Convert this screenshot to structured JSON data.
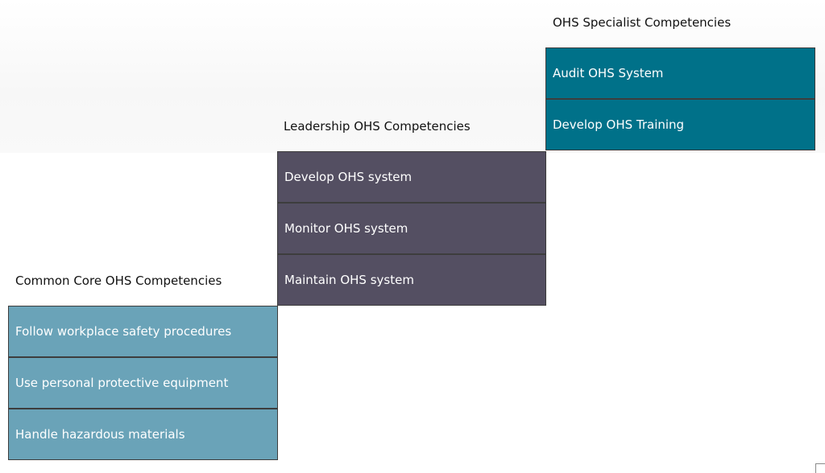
{
  "tiers": [
    {
      "title": "Common Core OHS Competencies",
      "color": "#6aa3b8",
      "items": [
        "Follow workplace safety procedures",
        "Use personal protective equipment",
        "Handle hazardous materials"
      ]
    },
    {
      "title": "Leadership OHS Competencies",
      "color": "#544f62",
      "items": [
        "Develop OHS system",
        "Monitor OHS system",
        "Maintain OHS system"
      ]
    },
    {
      "title": "OHS Specialist Competencies",
      "color": "#007189",
      "items": [
        "Audit OHS System",
        "Develop OHS Training"
      ]
    }
  ]
}
